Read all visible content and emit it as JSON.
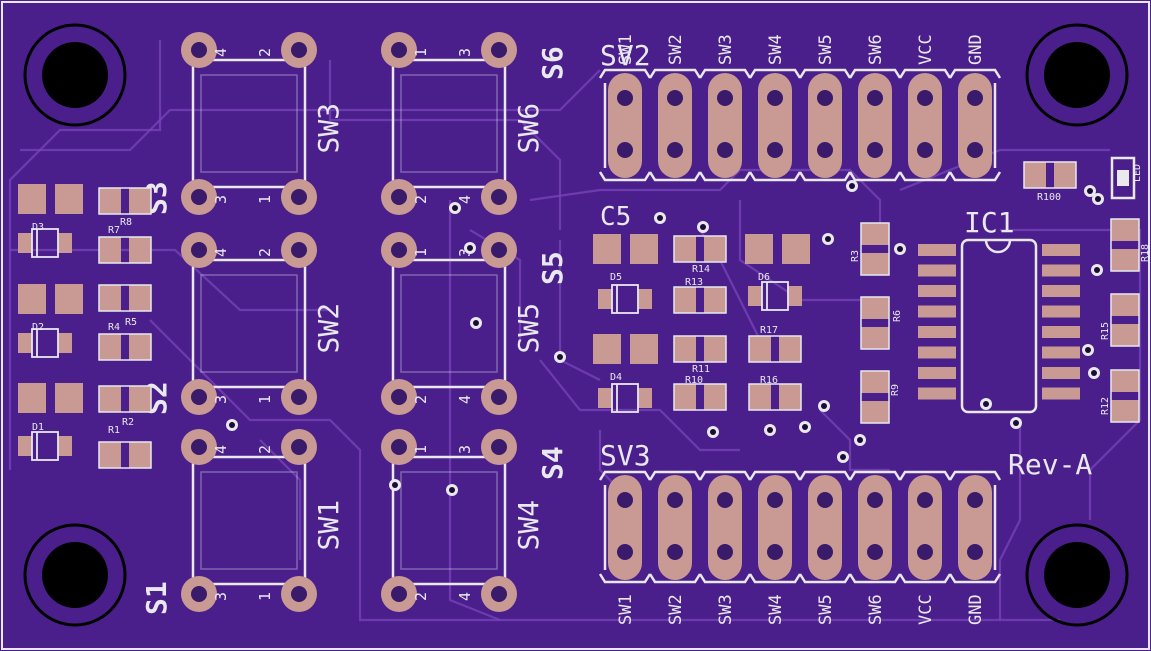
{
  "board": {
    "color": "#4a1f8c",
    "outline_color": "#e8e8ee",
    "pad_color": "#c89a93",
    "revision": "Rev-A"
  },
  "switches": [
    {
      "ref": "SW1",
      "pins": [
        "4",
        "2",
        "3",
        "1"
      ]
    },
    {
      "ref": "SW2",
      "pins": [
        "4",
        "2",
        "3",
        "1"
      ]
    },
    {
      "ref": "SW3",
      "pins": [
        "4",
        "2",
        "3",
        "1"
      ]
    },
    {
      "ref": "SW4",
      "pins": [
        "1",
        "3",
        "2",
        "4"
      ]
    },
    {
      "ref": "SW5",
      "pins": [
        "1",
        "3",
        "2",
        "4"
      ]
    },
    {
      "ref": "SW6",
      "pins": [
        "1",
        "3",
        "2",
        "4"
      ]
    }
  ],
  "switch_labels": [
    "S1",
    "S2",
    "S3",
    "S4",
    "S5",
    "S6"
  ],
  "headers": [
    {
      "ref": "SV2",
      "pins": [
        "SW1",
        "SW2",
        "SW3",
        "SW4",
        "SW5",
        "SW6",
        "VCC",
        "GND"
      ]
    },
    {
      "ref": "SV3",
      "pins": [
        "SW1",
        "SW2",
        "SW3",
        "SW4",
        "SW5",
        "SW6",
        "VCC",
        "GND"
      ]
    }
  ],
  "ic": {
    "ref": "IC1"
  },
  "capacitor": {
    "ref": "C5"
  },
  "resistors": [
    "R1",
    "R2",
    "R3",
    "R4",
    "R5",
    "R6",
    "R7",
    "R8",
    "R9",
    "R10",
    "R11",
    "R12",
    "R13",
    "R14",
    "R15",
    "R16",
    "R17",
    "R18",
    "R100"
  ],
  "diodes": [
    "D1",
    "D2",
    "D3",
    "D4",
    "D5",
    "D6"
  ],
  "led": {
    "ref": "LED"
  }
}
